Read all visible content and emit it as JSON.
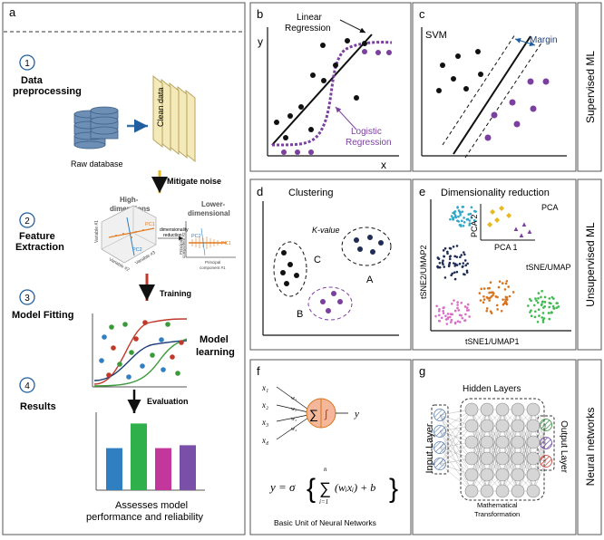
{
  "panel_a": {
    "letter": "a",
    "steps": [
      {
        "num": "1",
        "title_l1": "Data",
        "title_l2": "preprocessing"
      },
      {
        "num": "2",
        "title_l1": "Feature",
        "title_l2": "Extraction"
      },
      {
        "num": "3",
        "title_l1": "Model Fitting",
        "title_l2": ""
      },
      {
        "num": "4",
        "title_l1": "Results",
        "title_l2": ""
      }
    ],
    "raw_database": "Raw database",
    "clean_data": "Clean data",
    "mitigate_noise": "Mitigate noise",
    "training": "Training",
    "evaluation": "Evaluation",
    "high_l1": "High-",
    "high_l2": "dimensions",
    "low_l1": "Lower-",
    "low_l2": "dimensional",
    "dim_reduction_l1": "dimensionality",
    "dim_reduction_l2": "reduction",
    "pc1": "PC1",
    "pc2": "PC2",
    "variable1": "Variable #1",
    "variable2": "Variable #2",
    "variable3": "Variable #3",
    "principal1_l1": "Principal",
    "principal1_l2": "component #1",
    "principal2_l1": "Principal",
    "principal2_l2": "component #2",
    "model_learning_l1": "Model",
    "model_learning_l2": "learning",
    "result_bars": [
      {
        "value": 0.58,
        "color": "#2f7fc1"
      },
      {
        "value": 0.92,
        "color": "#2fb04a"
      },
      {
        "value": 0.58,
        "color": "#c3369b"
      },
      {
        "value": 0.62,
        "color": "#7a4fa8"
      }
    ],
    "assess_l1": "Assesses model",
    "assess_l2": "performance and reliability"
  },
  "panel_b": {
    "letter": "b",
    "y": "y",
    "x": "x",
    "linear_l1": "Linear",
    "linear_l2": "Regression",
    "logistic_l1": "Logistic",
    "logistic_l2": "Regression"
  },
  "panel_c": {
    "letter": "c",
    "svm": "SVM",
    "margin": "Margin"
  },
  "panel_d": {
    "letter": "d",
    "title": "Clustering",
    "kvalue": "K-value",
    "a": "A",
    "b": "B",
    "c": "C"
  },
  "panel_e": {
    "letter": "e",
    "title": "Dimensionality reduction",
    "pca": "PCA",
    "pca1": "PCA 1",
    "pca2": "PCA 2",
    "tsne_umap": "tSNE/UMAP",
    "xaxis": "tSNE1/UMAP1",
    "yaxis": "tSNE2/UMAP2"
  },
  "panel_f": {
    "letter": "f",
    "inputs": [
      "x₁",
      "x₂",
      "x₃",
      "x₄"
    ],
    "weights": [
      "w₁",
      "w₂",
      "w₃",
      "w₄"
    ],
    "sum": "∑",
    "act": "∫",
    "out": "y",
    "eq_left": "y = σ",
    "eq_sum_top": "n",
    "eq_sum": "∑",
    "eq_sum_bot": "i=1",
    "eq_body": "(wᵢxᵢ) + b",
    "caption": "Basic Unit of Neural Networks"
  },
  "panel_g": {
    "letter": "g",
    "hidden": "Hidden Layers",
    "input": "Input Layer",
    "output": "Output Layer",
    "math_l1": "Mathematical",
    "math_l2": "Transformation"
  },
  "side_labels": {
    "supervised": "Supervised ML",
    "unsupervised": "Unsupervised ML",
    "neural": "Neural networks"
  },
  "colors": {
    "purple": "#7b3fa0",
    "navy": "#1f2d55",
    "blue": "#2f7fc1",
    "orange": "#d9731c",
    "green": "#3dbb4e",
    "pink": "#d96fc5",
    "teal": "#2fa6c9",
    "gold": "#e8b820"
  }
}
